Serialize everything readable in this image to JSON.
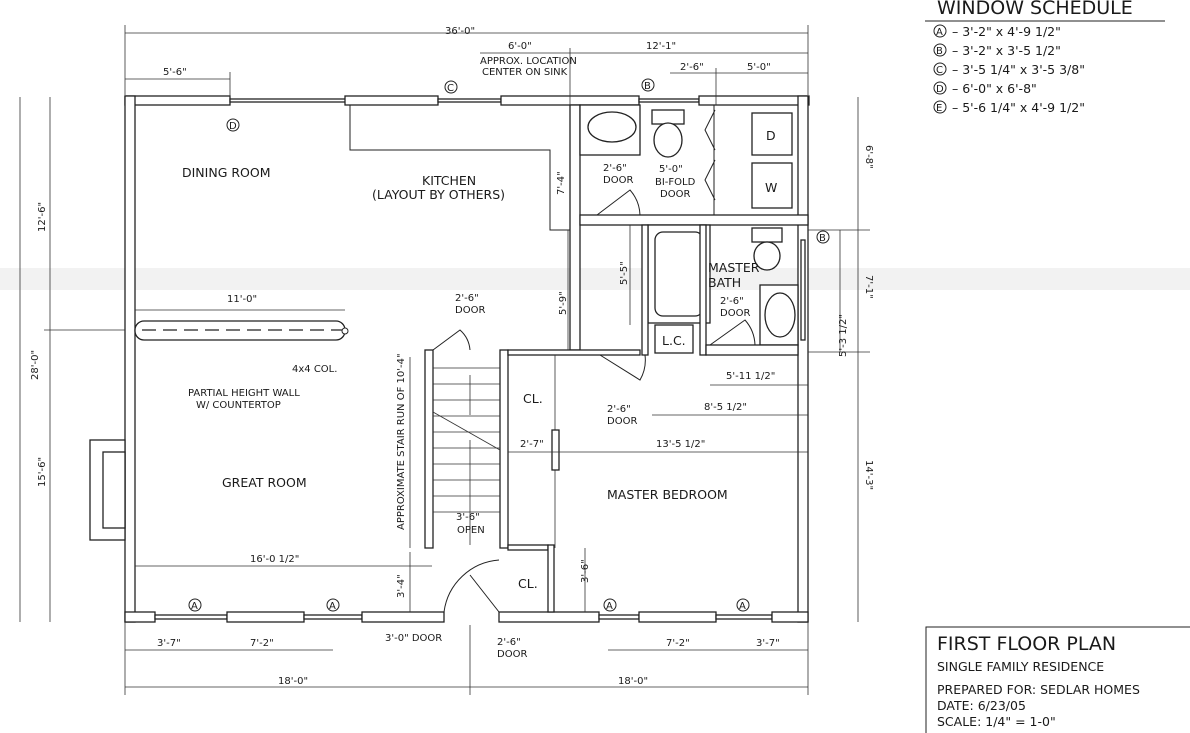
{
  "window_schedule": {
    "title": "WINDOW SCHEDULE",
    "items": [
      {
        "mark": "A",
        "size": "– 3'-2\" x 4'-9 1/2\""
      },
      {
        "mark": "B",
        "size": "– 3'-2\" x 3'-5 1/2\""
      },
      {
        "mark": "C",
        "size": "– 3'-5 1/4\" x 3'-5 3/8\""
      },
      {
        "mark": "D",
        "size": "– 6'-0\" x 6'-8\""
      },
      {
        "mark": "E",
        "size": "– 5'-6 1/4\" x 4'-9 1/2\""
      }
    ]
  },
  "title_block": {
    "title": "FIRST FLOOR PLAN",
    "subtitle": "SINGLE FAMILY RESIDENCE",
    "prepared_for": "PREPARED FOR: SEDLAR HOMES",
    "date": "DATE: 6/23/05",
    "scale": "SCALE: 1/4\" = 1-0\""
  },
  "rooms": {
    "dining": "DINING ROOM",
    "kitchen": "KITCHEN",
    "kitchen_note": "(LAYOUT BY OTHERS)",
    "great": "GREAT ROOM",
    "bedroom": "MASTER BEDROOM",
    "bath_1": "MASTER",
    "bath_2": "BATH",
    "lc": "L.C.",
    "closet_1": "CL.",
    "closet_2": "CL.",
    "washer": "W",
    "dryer": "D"
  },
  "notes": {
    "sink_1": "APPROX. LOCATION",
    "sink_2": "CENTER ON SINK",
    "col": "4x4 COL.",
    "partial_1": "PARTIAL HEIGHT WALL",
    "partial_2": "W/ COUNTERTOP",
    "stair_run": "APPROXIMATE STAIR RUN OF 10'-4\"",
    "open": "OPEN",
    "door": "DOOR",
    "bifold_1": "BI-FOLD",
    "bifold_2": "DOOR",
    "front_door": "3'-0\" DOOR"
  },
  "window_marks": {
    "a": "A",
    "b": "B",
    "c": "C",
    "d": "D"
  },
  "dimensions": {
    "overall_width": "36'-0\"",
    "top_6_0": "6'-0\"",
    "top_12_1": "12'-1\"",
    "top_2_6": "2'-6\"",
    "top_5_0": "5'-0\"",
    "top_5_6": "5'-6\"",
    "overall_depth": "28'-0\"",
    "left_12_6": "12'-6\"",
    "left_15_6": "15'-6\"",
    "right_6_8": "6'-8\"",
    "right_7_1": "7'-1\"",
    "right_5_3": "5'-3 1/2\"",
    "right_14_3": "14'-3\"",
    "wall_11_0": "11'-0\"",
    "kitchen_7_4": "7'-4\"",
    "bath_5_5": "5'-5\"",
    "hall_5_9": "5'-9\"",
    "door_2_6": "2'-6\"",
    "bifold_5_0": "5'-0\"",
    "dim_5_11": "5'-11 1/2\"",
    "dim_8_5": "8'-5 1/2\"",
    "dim_2_7": "2'-7\"",
    "dim_13_5": "13'-5 1/2\"",
    "stair_3_6": "3'-6\"",
    "great_16_0": "16'-0 1/2\"",
    "dim_3_4": "3'-4\"",
    "dim_3_6": "3'-6\"",
    "bot_3_7": "3'-7\"",
    "bot_7_2": "7'-2\"",
    "bot_18_0": "18'-0\""
  }
}
